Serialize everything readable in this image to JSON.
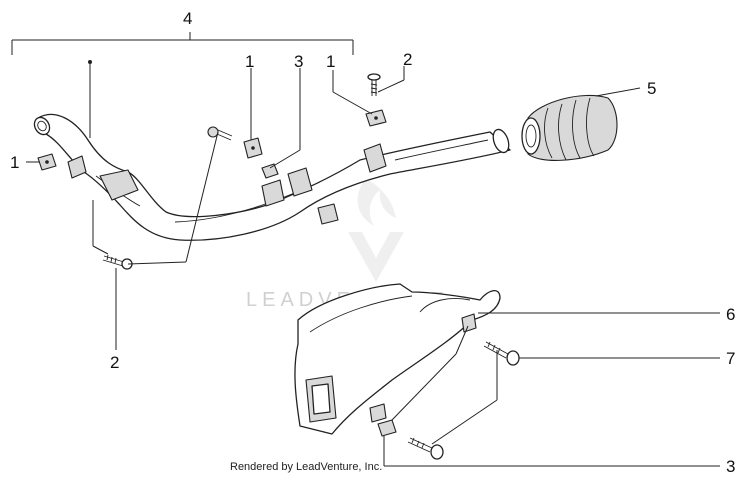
{
  "callouts": {
    "c4_top": "4",
    "c1_left": "1",
    "c1_mid": "1",
    "c3_mid": "3",
    "c1_right": "1",
    "c2_top": "2",
    "c5": "5",
    "c2_bottom": "2",
    "c6": "6",
    "c7": "7",
    "c3_bottom": "3"
  },
  "watermark": {
    "text": "LEADVENTURE"
  },
  "credit": {
    "text": "Rendered by LeadVenture, Inc."
  }
}
